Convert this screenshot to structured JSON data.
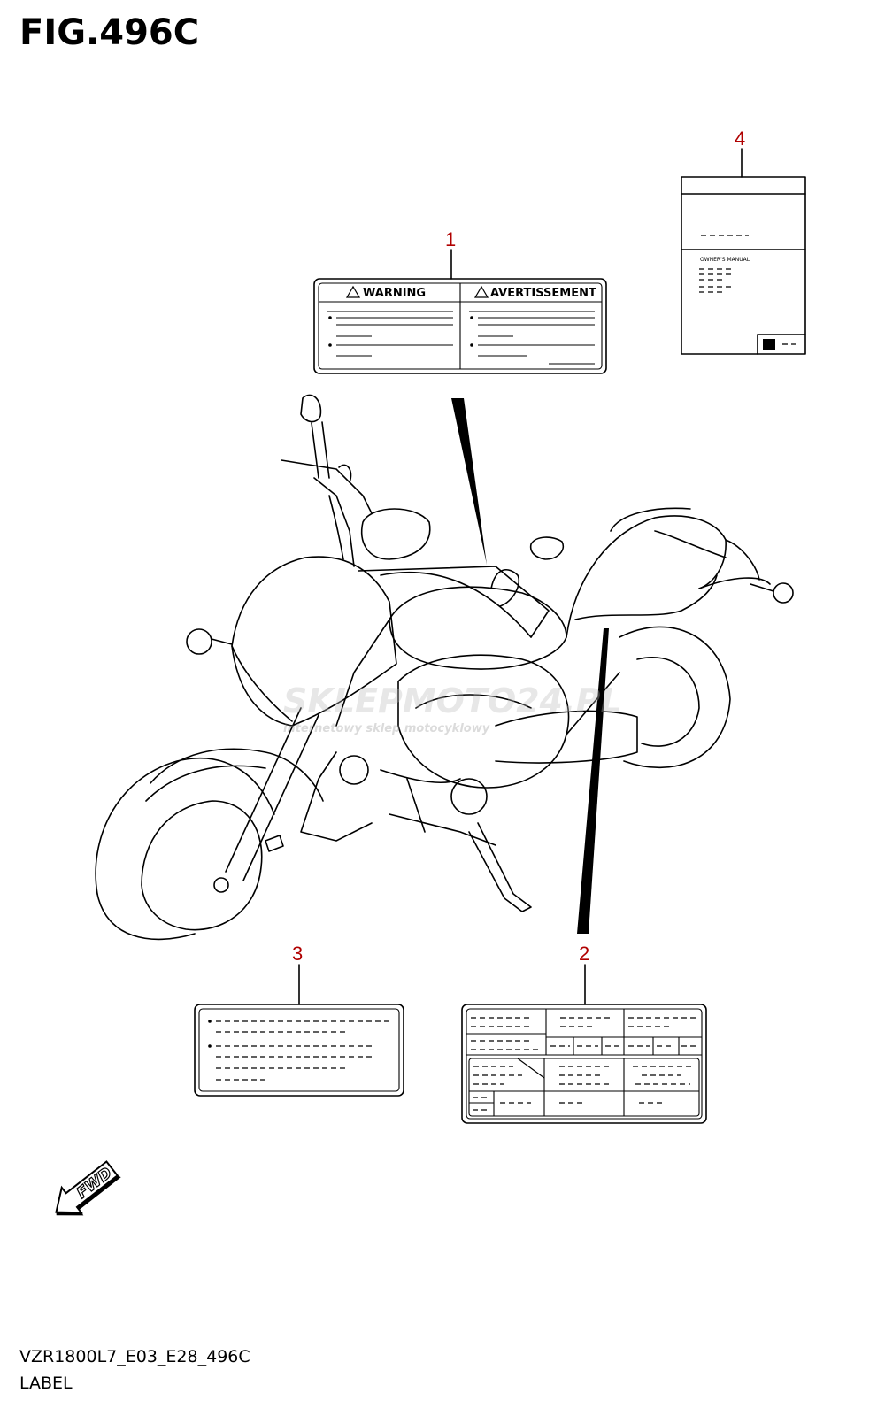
{
  "figure": {
    "title": "FIG.496C",
    "code": "VZR1800L7_E03_E28_496C",
    "name": "LABEL"
  },
  "callouts": [
    "1",
    "2",
    "3",
    "4"
  ],
  "label_1": {
    "left_heading": "WARNING",
    "right_heading": "AVERTISSEMENT"
  },
  "label_4": {
    "manual_title": "OWNER'S MANUAL"
  },
  "watermark": {
    "main": "SKLEPMOTO24.PL",
    "sub": "internetowy sklep motocyklowy"
  },
  "fwd_arrow": {
    "text": "FWD"
  },
  "colors": {
    "callout": "#b00000",
    "line": "#000000",
    "watermark": "#e04040"
  }
}
